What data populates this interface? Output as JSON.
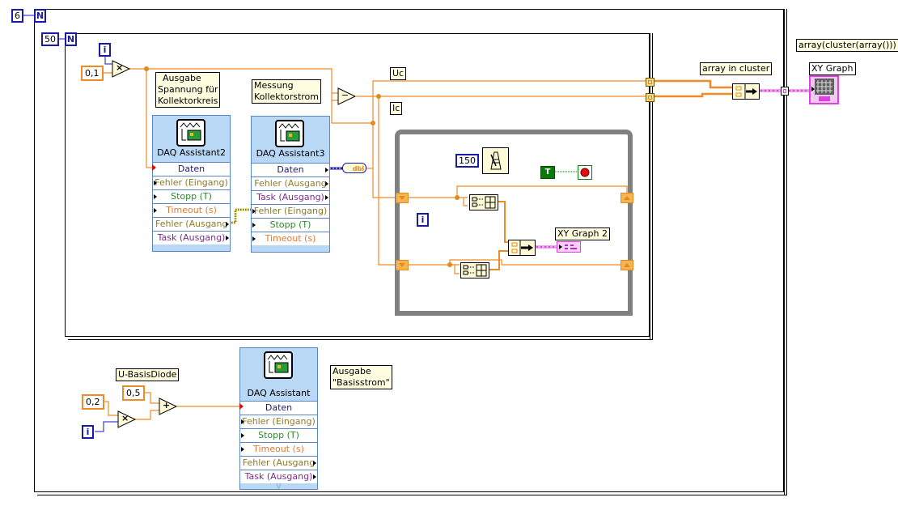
{
  "outer_loop": {
    "count": "6",
    "terminal": "N"
  },
  "inner_loop": {
    "count": "50",
    "terminal": "N",
    "iteration": "i"
  },
  "multiply_block": {
    "constant": "0,1",
    "operator": "×"
  },
  "subtract_operator": "−",
  "labels": {
    "ausgabe_kollektor": [
      "Ausgabe",
      "Spannung für",
      "Kollektorkreis"
    ],
    "messung_kollektor": [
      "Messung",
      "Kollektorstrom"
    ],
    "uc": "Uc",
    "ic": "Ic",
    "array_in_cluster": "array in cluster",
    "array_type": "array(cluster(array()))",
    "xy_graph": "XY Graph",
    "xy_graph_2": "XY Graph 2",
    "u_basis_diode": "U-BasisDiode",
    "ausgabe_basisstrom": [
      "Ausgabe",
      "\"Basisstrom\""
    ]
  },
  "daq2": {
    "title": "DAQ Assistant2",
    "rows": [
      "Daten",
      "Fehler (Eingang)",
      "Stopp (T)",
      "Timeout (s)",
      "Fehler (Ausgang",
      "Task (Ausgang)"
    ]
  },
  "daq3": {
    "title": "DAQ Assistant3",
    "rows": [
      "Daten",
      "Fehler (Ausgang",
      "Task (Ausgang)",
      "Fehler (Eingang)",
      "Stopp (T)",
      "Timeout (s)"
    ]
  },
  "daq1": {
    "title": "DAQ Assistant",
    "rows": [
      "Daten",
      "Fehler (Eingang)",
      "Stopp (T)",
      "Timeout (s)",
      "Fehler (Ausgang",
      "Task (Ausgang)"
    ]
  },
  "convert_node": "dbl",
  "while_loop": {
    "wait_ms": "150",
    "stop_constant": "T",
    "iteration": "i"
  },
  "basis_block": {
    "const_a": "0,2",
    "const_b": "0,5",
    "multiply": "×",
    "add": "+",
    "iteration": "i"
  },
  "colors": {
    "wire_double": "#f08a24",
    "wire_cluster": "#e040e0",
    "wire_int": "#1a1aa8",
    "wire_error": "#c8b400"
  }
}
